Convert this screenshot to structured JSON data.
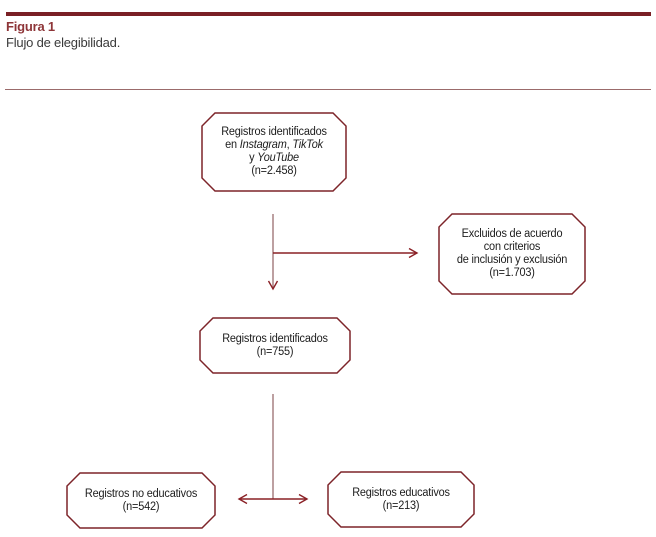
{
  "meta": {
    "figure_label": "Figura 1",
    "figure_caption": "Flujo de elegibilidad."
  },
  "colors": {
    "accent_bar": "#7a2025",
    "figure_label_text": "#8e3538",
    "caption_text": "#3a3a3a",
    "header_divider": "#9b6b6b",
    "box_border": "#7d2429",
    "box_fill": "#ffffff",
    "connector_light": "#a17779",
    "connector_dark": "#8a2025",
    "box_text": "#1c1c1c"
  },
  "flowchart": {
    "identified_sources": {
      "line1": "Registros identificados",
      "line2_pre": "en ",
      "line2_instagram": "Instagram",
      "line2_sep": ", ",
      "line2_tiktok": "TikTok",
      "line3_pre": "y ",
      "line3_youtube": "YouTube",
      "line4": "(n=2.458)"
    },
    "excluded": {
      "line1": "Excluidos de acuerdo",
      "line2": "con criterios",
      "line3": "de inclusión y exclusión",
      "line4": "(n=1.703)"
    },
    "identified": {
      "line1": "Registros identificados",
      "line2": "(n=755)"
    },
    "non_educational": {
      "line1": "Registros no educativos",
      "line2": "(n=542)"
    },
    "educational": {
      "line1": "Registros educativos",
      "line2": "(n=213)"
    }
  }
}
